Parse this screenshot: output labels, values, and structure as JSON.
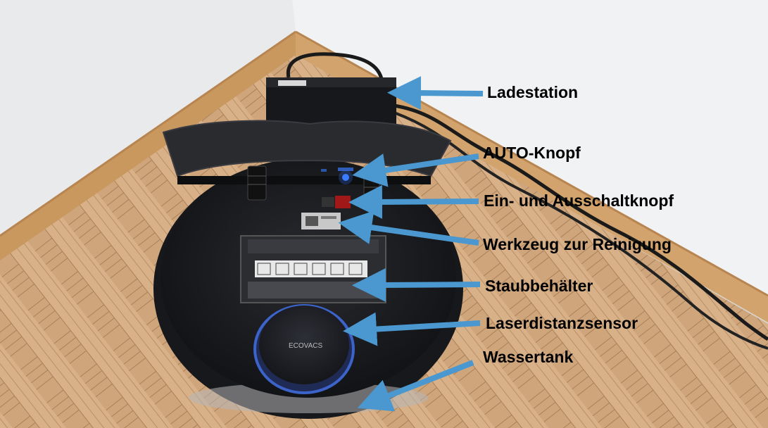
{
  "labels": {
    "ladestation": "Ladestation",
    "auto_knopf": "AUTO-Knopf",
    "ein_aus": "Ein- und Ausschaltknopf",
    "werkzeug": "Werkzeug zur Reinigung",
    "staubbehaelter": "Staubbehälter",
    "laser": "Laserdistanzsensor",
    "wassertank": "Wassertank"
  },
  "brand_text": "ECOVACS",
  "colors": {
    "arrow": "#4a98cf",
    "wall": "#eceef0",
    "floor": "#d7b088",
    "baseboard": "#c99a64",
    "robot": "#1c1d20",
    "led": "#3a7bff",
    "switch": "#a01818"
  }
}
